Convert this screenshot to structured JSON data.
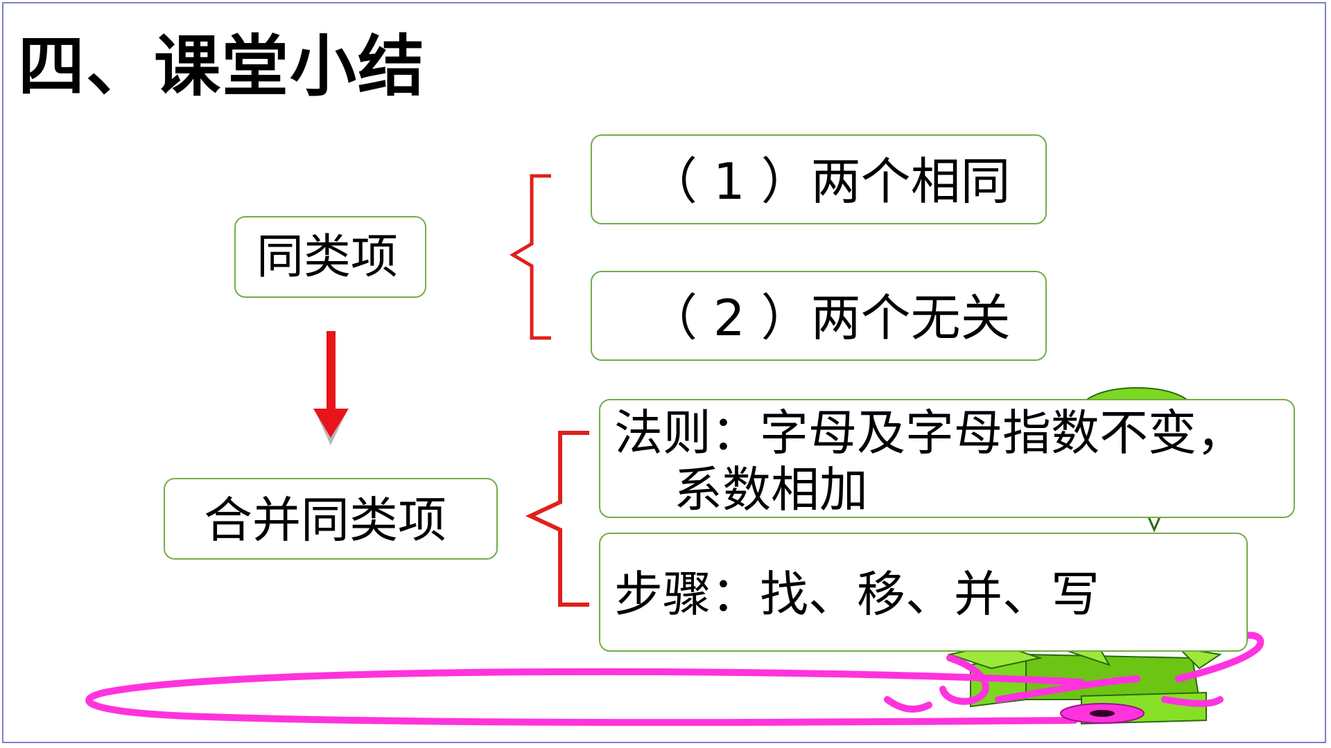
{
  "slide": {
    "title": "四、课堂小结"
  },
  "concept": {
    "label": "同类项",
    "conditions": [
      "（ 1 ）两个相同",
      "（ 2 ）两个无关"
    ]
  },
  "operation": {
    "label": "合并同类项",
    "rule_line1": "法则：字母及字母指数不变，",
    "rule_line2": "系数相加",
    "steps": "步骤：找、移、并、写"
  },
  "colors": {
    "box_border": "#70ad47",
    "bracket": "#e0201c",
    "arrow": "#e8141a",
    "ribbon": "#ff33dd",
    "gift_green": "#7cd820",
    "frame": "#7b7fd1"
  }
}
